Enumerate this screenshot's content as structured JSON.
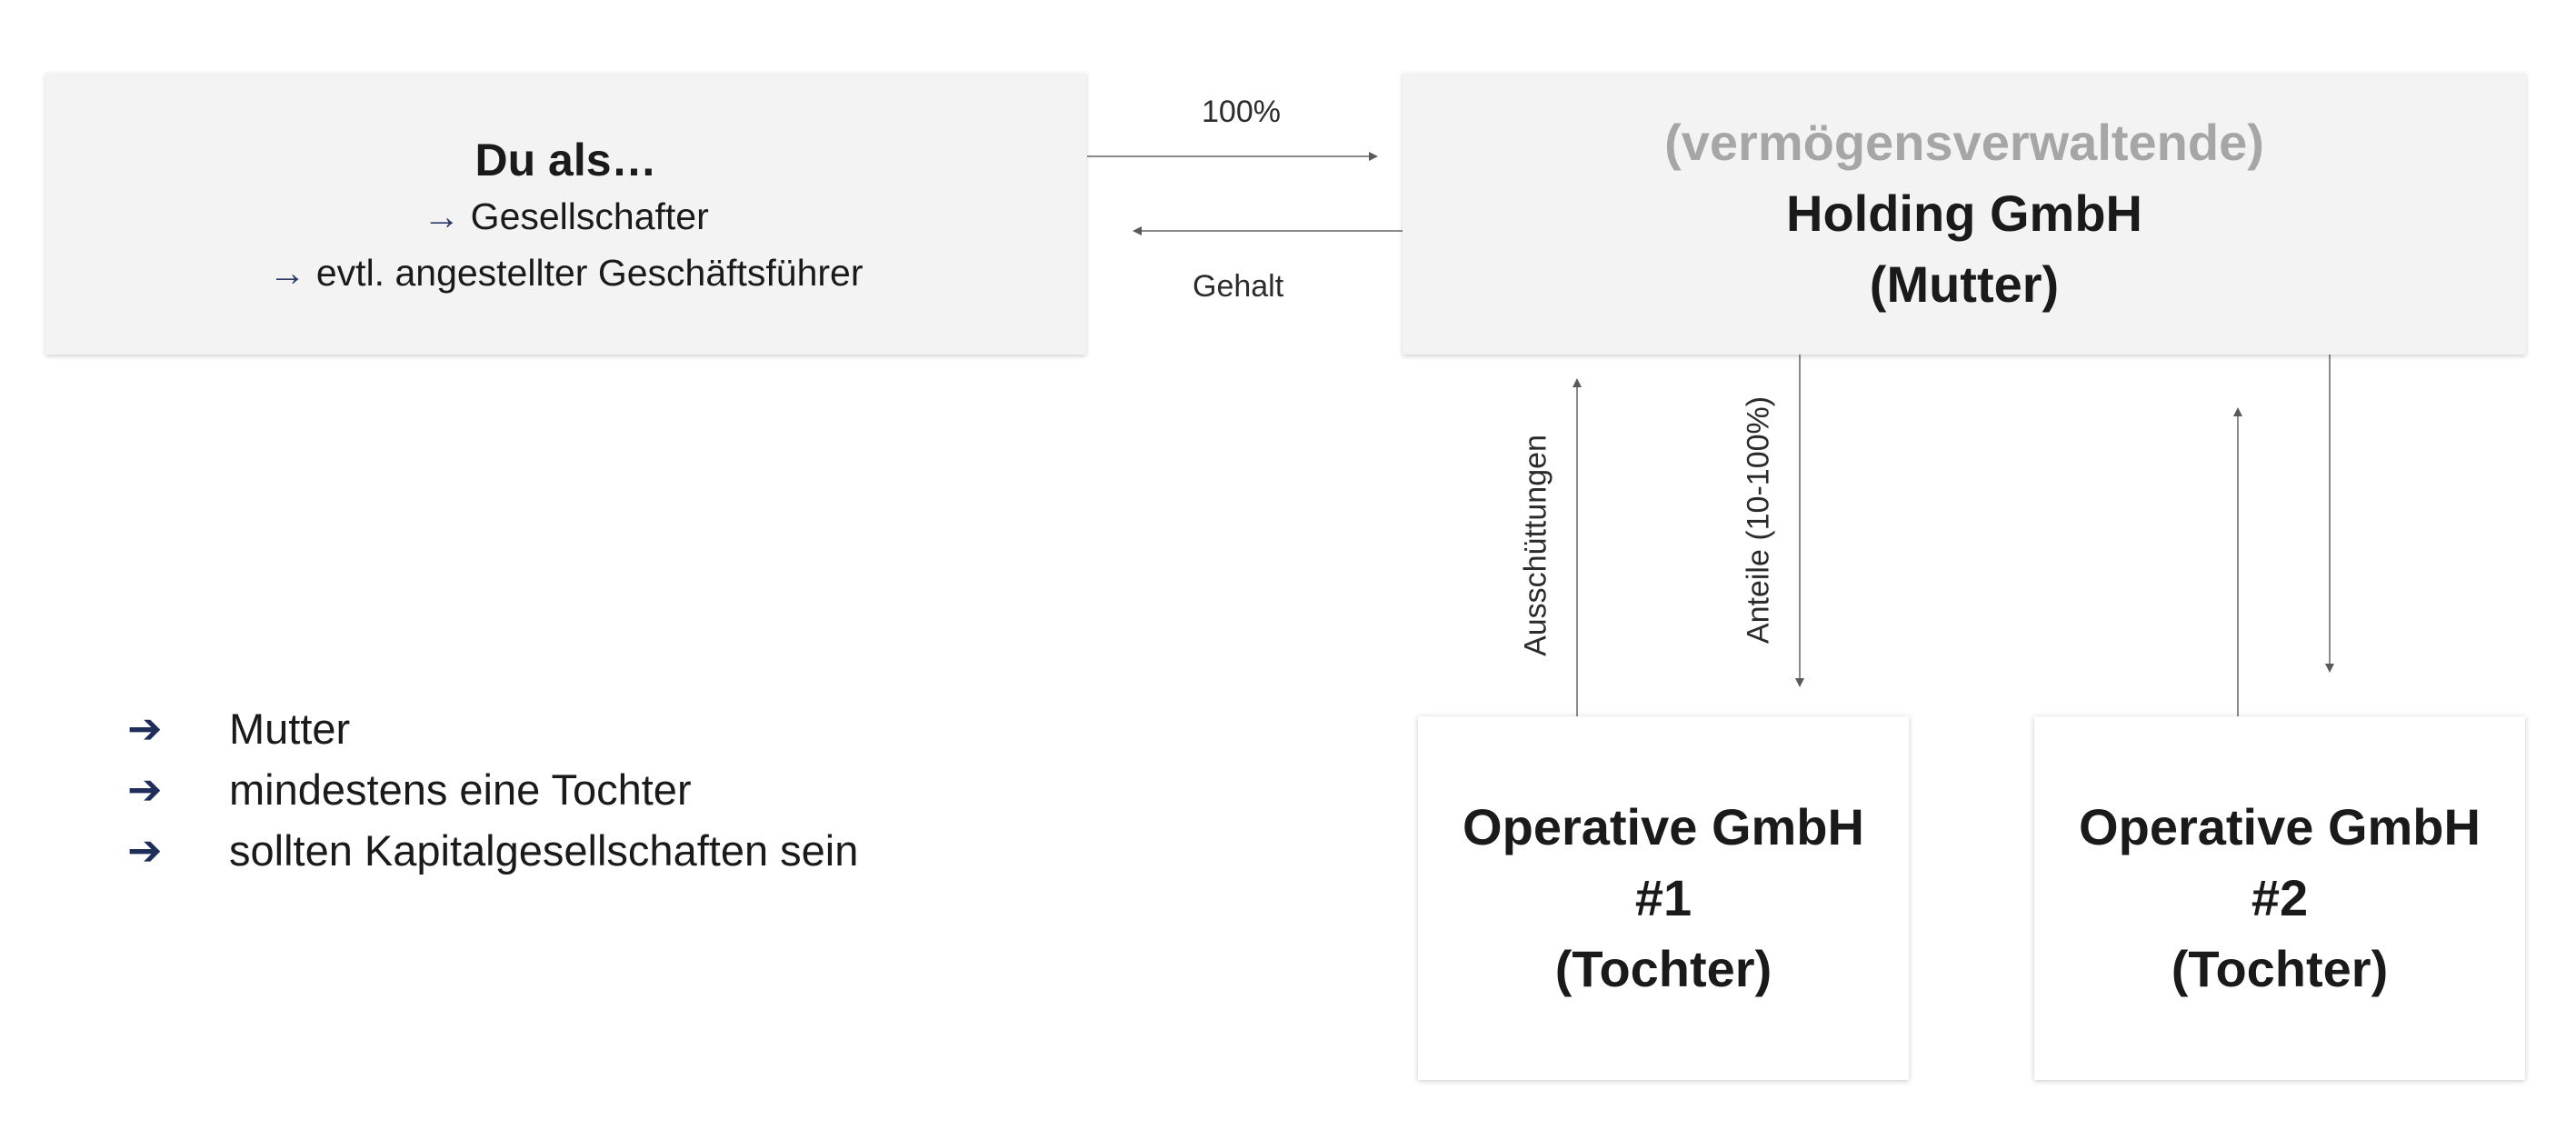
{
  "owner_box": {
    "title": "Du als…",
    "line1_arrow": "→",
    "line1_text": "Gesellschafter",
    "line2_arrow": "→",
    "line2_text": "evtl. angestellter Geschäftsführer"
  },
  "holding_box": {
    "line1": "(vermögensverwaltende)",
    "line2": "Holding GmbH",
    "line3": "(Mutter)"
  },
  "operative_1": {
    "line1": "Operative GmbH",
    "line2": "#1",
    "line3": "(Tochter)"
  },
  "operative_2": {
    "line1": "Operative GmbH",
    "line2": "#2",
    "line3": "(Tochter)"
  },
  "connector_labels": {
    "share_to_holding": "100%",
    "salary": "Gehalt",
    "distributions": "Ausschüttungen",
    "shares": "Anteile (10-100%)"
  },
  "bullets": [
    {
      "arrow": "➔",
      "text": "Mutter"
    },
    {
      "arrow": "➔",
      "text": "mindestens eine Tochter"
    },
    {
      "arrow": "➔",
      "text": "sollten Kapitalgesellschaften sein"
    }
  ],
  "colors": {
    "box_fill": "#f3f3f3",
    "accent_navy": "#1f2d5a",
    "muted_text": "#a6a6a6",
    "connector": "#8a8a8a"
  }
}
